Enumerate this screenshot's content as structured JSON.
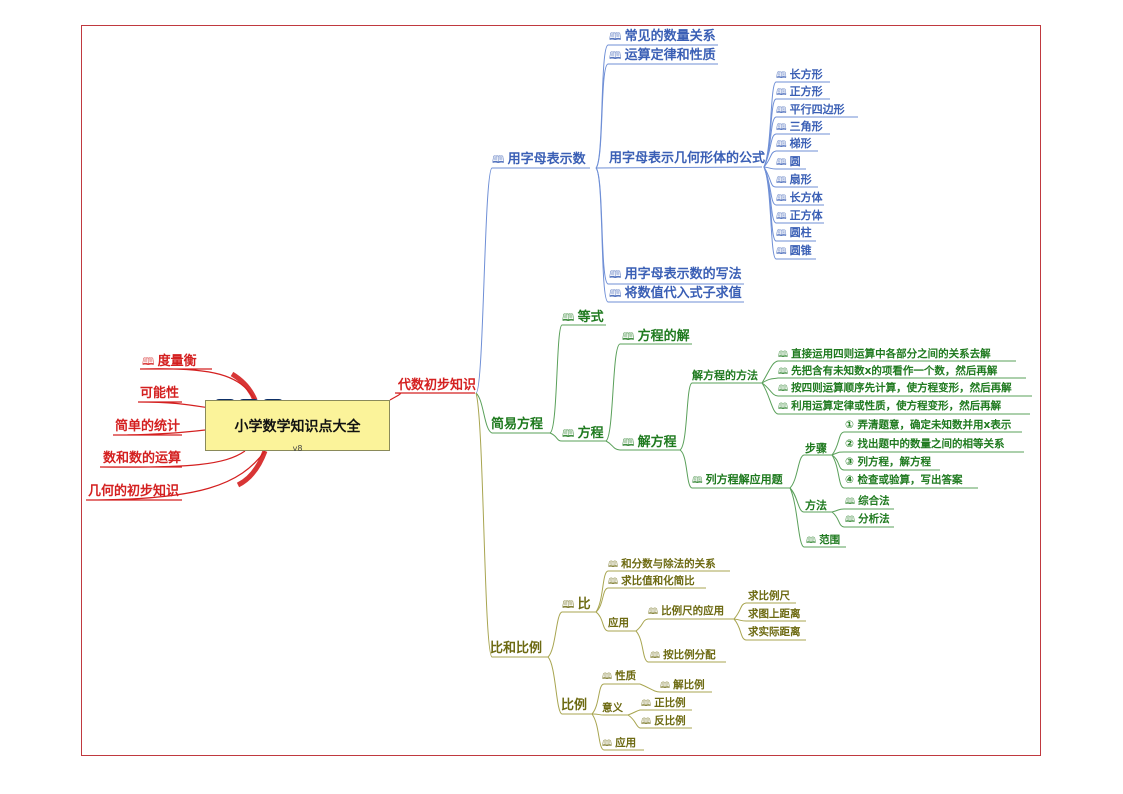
{
  "root": {
    "title": "小学数学知识点大全",
    "version": "v8"
  },
  "icons": {
    "note": "book-icon",
    "note_glyph": "🕮"
  },
  "colors": {
    "frame": "#c0393f",
    "left_branch": "#d42020",
    "algebra_blue": "#3a5fb5",
    "equation_green": "#1f7a1f",
    "ratio_olive": "#6d6a12",
    "root_fill": "#fbf39a",
    "pill": "#1f4f9a"
  },
  "left_topics": [
    {
      "label": "度量衡",
      "has_note": true
    },
    {
      "label": "可能性"
    },
    {
      "label": "简单的统计"
    },
    {
      "label": "数和数的运算"
    },
    {
      "label": "几何的初步知识"
    }
  ],
  "algebra": {
    "label": "代数初步知识",
    "letters": {
      "label": "用字母表示数",
      "items": {
        "relations": "常见的数量关系",
        "laws": "运算定律和性质",
        "formulas": {
          "label": "用字母表示几何形体的公式",
          "shapes": [
            "长方形",
            "正方形",
            "平行四边形",
            "三角形",
            "梯形",
            "圆",
            "扇形",
            "长方体",
            "正方体",
            "圆柱",
            "圆锥"
          ]
        },
        "writing": "用字母表示数的写法",
        "substitute": "将数值代入式子求值"
      }
    },
    "equations": {
      "label": "简易方程",
      "equality": "等式",
      "equation": {
        "label": "方程",
        "solution": "方程的解",
        "solving": {
          "label": "解方程",
          "methods": {
            "label": "解方程的方法",
            "items": [
              "直接运用四则运算中各部分之间的关系去解",
              "先把含有未知数x的项看作一个数，然后再解",
              "按四则运算顺序先计算，使方程变形，然后再解",
              "利用运算定律或性质，使方程变形，然后再解"
            ]
          },
          "word_problems": {
            "label": "列方程解应用题",
            "steps": {
              "label": "步骤",
              "items": [
                "① 弄清题意，确定未知数并用x表示",
                "② 找出题中的数量之间的相等关系",
                "③ 列方程，解方程",
                "④ 检查或验算，写出答案"
              ]
            },
            "approaches": {
              "label": "方法",
              "items": [
                "综合法",
                "分析法"
              ]
            },
            "scope": "范围"
          }
        }
      }
    },
    "ratio": {
      "label": "比和比例",
      "ratio_node": {
        "label": "比",
        "items": [
          "和分数与除法的关系",
          "求比值和化简比"
        ],
        "application": {
          "label": "应用",
          "scale": {
            "label": "比例尺的应用",
            "items": [
              "求比例尺",
              "求图上距离",
              "求实际距离"
            ]
          },
          "distribution": "按比例分配"
        }
      },
      "proportion": {
        "label": "比例",
        "property": {
          "label": "性质",
          "solve": "解比例"
        },
        "meaning": {
          "label": "意义",
          "items": [
            "正比例",
            "反比例"
          ]
        },
        "application": "应用"
      }
    }
  }
}
